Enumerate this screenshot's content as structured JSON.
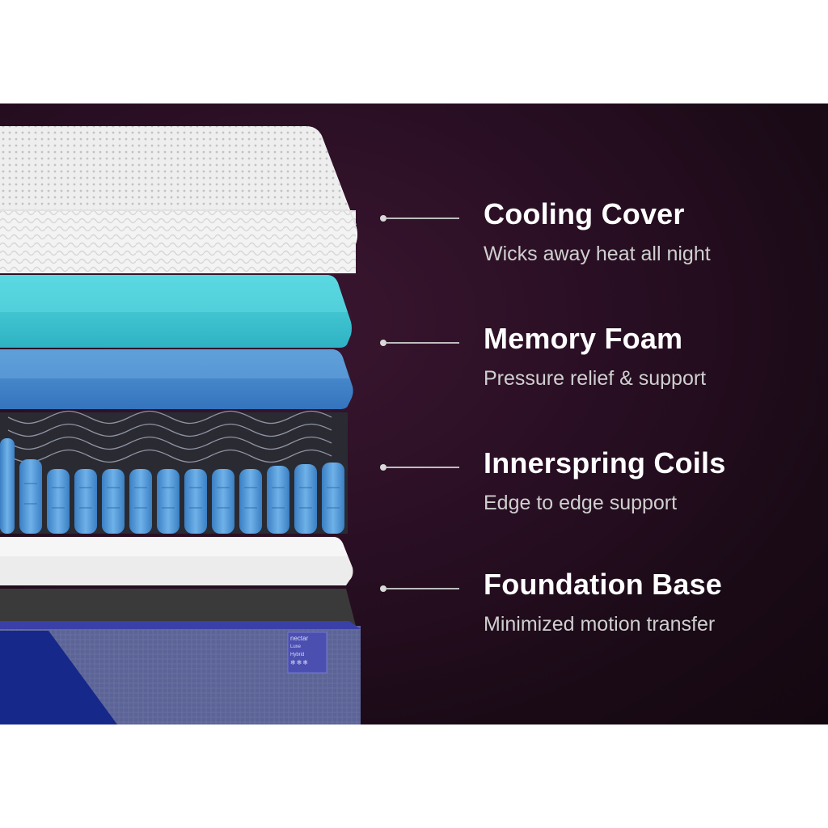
{
  "features": [
    {
      "title": "Cooling Cover",
      "subtitle": "Wicks away heat all night"
    },
    {
      "title": "Memory Foam",
      "subtitle": "Pressure relief & support"
    },
    {
      "title": "Innerspring Coils",
      "subtitle": "Edge to edge support"
    },
    {
      "title": "Foundation Base",
      "subtitle": "Minimized motion transfer"
    }
  ],
  "brand_label": {
    "name": "nectar",
    "line1": "Luxe",
    "line2": "Hybrid"
  },
  "colors": {
    "background": "#1f0c1a",
    "cover": "#f2f2f2",
    "teal_foam": "#3ec7d3",
    "blue_foam": "#3f86cc",
    "coils": "#4a95d6",
    "base_foam": "#e9e9e9",
    "fabric": "#5b6396",
    "accent_blue": "#16288a"
  }
}
